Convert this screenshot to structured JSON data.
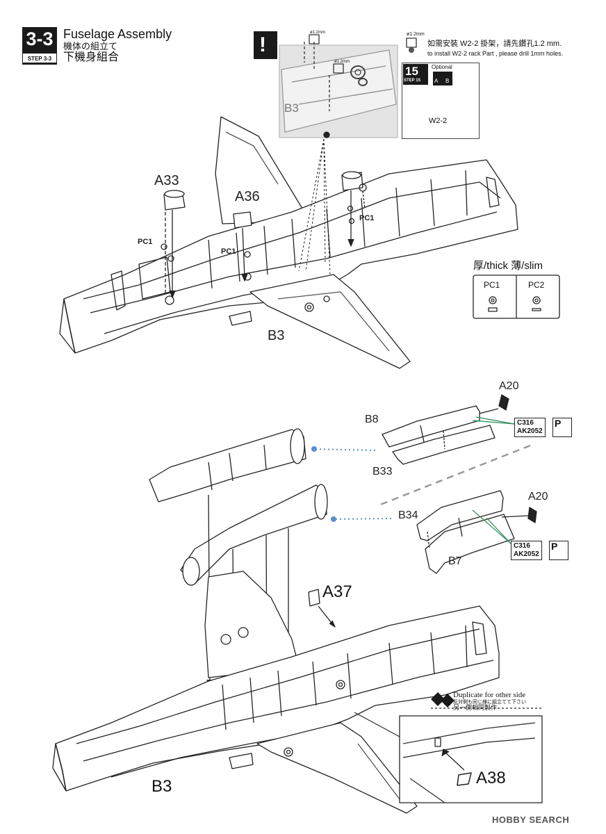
{
  "header": {
    "step_number": "3-3",
    "step_tag": "STEP 3-3",
    "title_en": "Fuselage Assembly",
    "title_jp": "機体の組立て",
    "title_zh": "下機身組合"
  },
  "drill_note": {
    "size_small": "ø1.2mm",
    "text_zh": "如需安裝 W2-2 掛架，請先鑽孔1.2 mm.",
    "text_en": "to install W2-2 rack Part , please drill 1mm holes.",
    "inset_label": "B3",
    "inset_size_a": "ø1.2mm",
    "inset_size_b": "ø1.2mm"
  },
  "step15": {
    "number": "15",
    "tag": "STEP 15",
    "optional": "Optional",
    "opt_a": "A",
    "opt_b": "B",
    "part": "W2-2"
  },
  "upper": {
    "A33": "A33",
    "A36": "A36",
    "PC1_left": "PC1",
    "PC1_mid": "PC1",
    "PC1_right": "PC1",
    "B3": "B3"
  },
  "washer_table": {
    "header": "厚/thick  薄/slim",
    "pc1": "PC1",
    "pc2": "PC2"
  },
  "exhaust": {
    "A20_top": "A20",
    "B8": "B8",
    "B33": "B33",
    "A20_bottom": "A20",
    "B34": "B34",
    "B7": "B7",
    "paint_top_1": "C316",
    "paint_top_2": "AK2052",
    "paint_bottom_1": "C316",
    "paint_bottom_2": "AK2052",
    "paint_icon": "P"
  },
  "lower": {
    "A37": "A37",
    "B3": "B3",
    "A38": "A38",
    "duplicate_en": "Duplicate for other side",
    "duplicate_jp": "反対側も同じ様に組立てて下さい",
    "duplicate_zh": "另一側相同製作"
  },
  "watermark": "HOBBY SEARCH"
}
